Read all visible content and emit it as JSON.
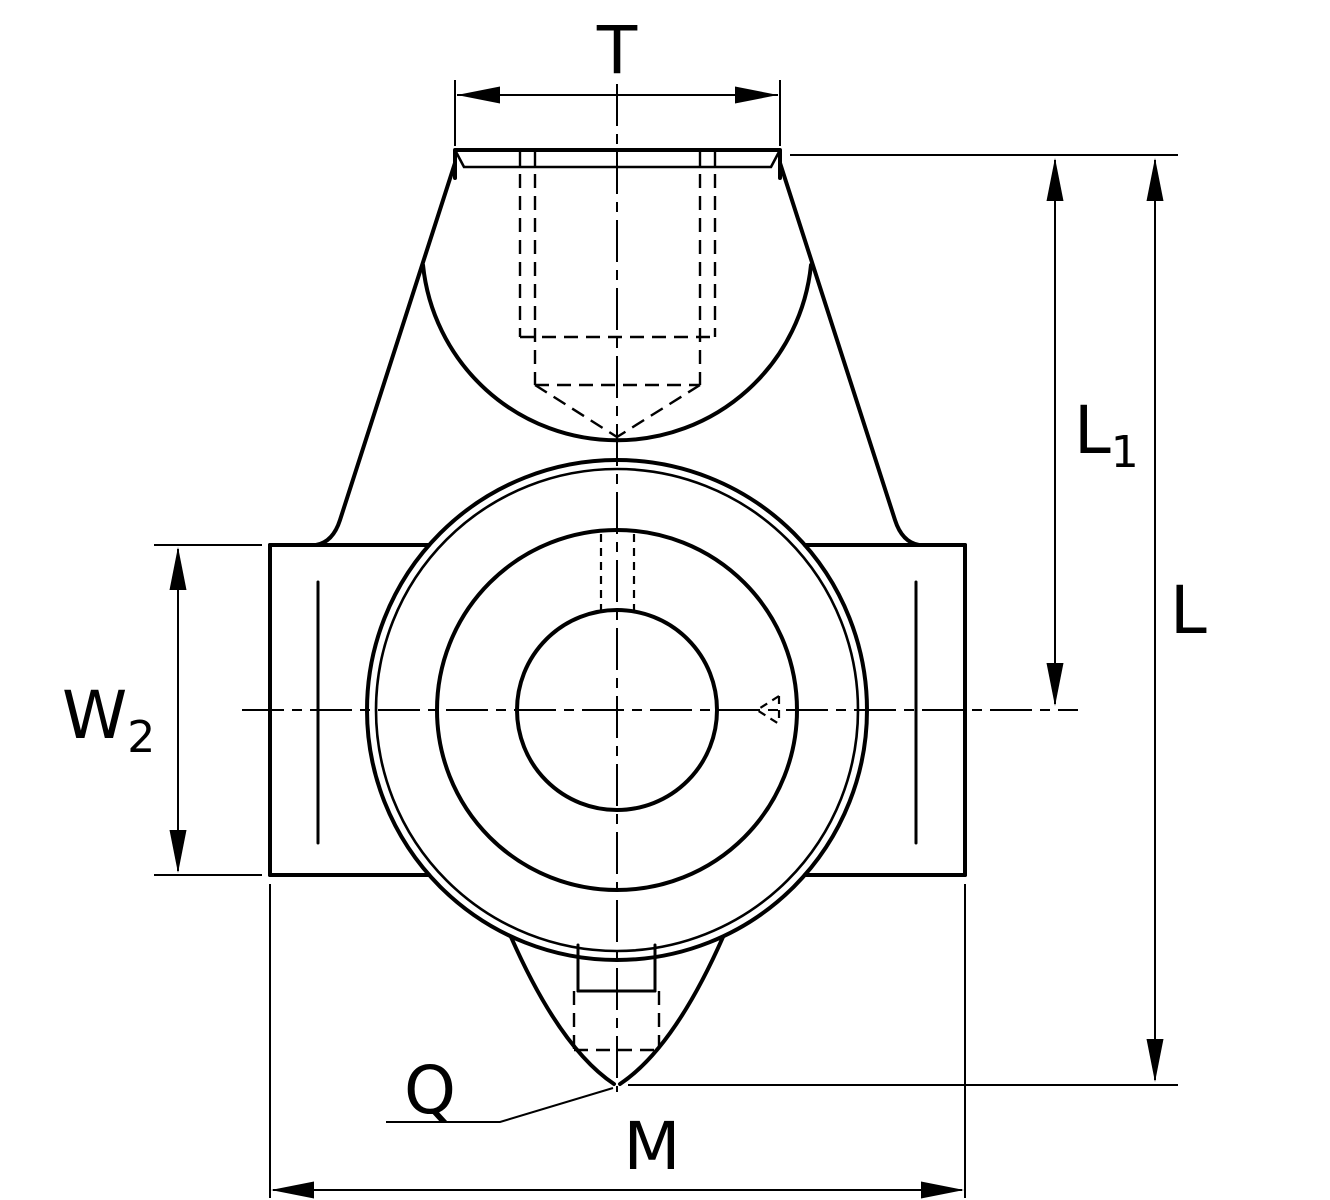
{
  "drawing": {
    "background_color": "#ffffff",
    "line_color": "#000000",
    "dimension_labels": {
      "T": {
        "text": "T"
      },
      "L1": {
        "text": "L",
        "subscript": "1"
      },
      "L": {
        "text": "L"
      },
      "W2": {
        "text": "W",
        "subscript": "2"
      },
      "M": {
        "text": "M"
      },
      "Q": {
        "text": "Q"
      }
    }
  }
}
